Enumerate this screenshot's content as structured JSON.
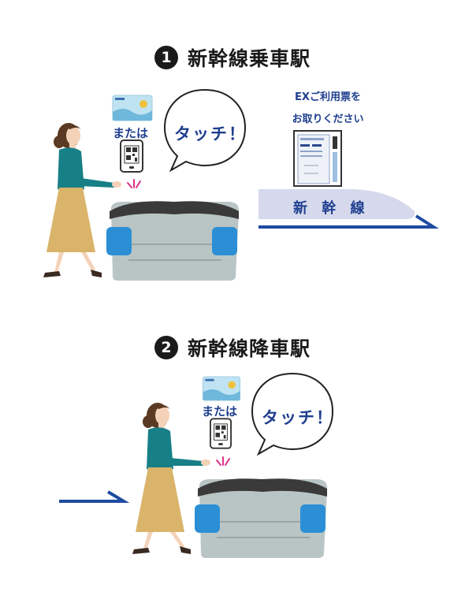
{
  "steps": [
    {
      "number": "1",
      "title": "新幹線乗車駅"
    },
    {
      "number": "2",
      "title": "新幹線降車駅"
    }
  ],
  "or_label": "または",
  "speech_text": "タッチ！",
  "notice": {
    "line1": "EXご利用票を",
    "line2": "お取りください"
  },
  "train_label": "新 幹 線",
  "colors": {
    "navy": "#1f3f8f",
    "arrow": "#1e4aa0",
    "gate": "#b9c5c4",
    "gate_dark": "#3a3a3a",
    "gate_blue": "#2c8fd6",
    "train": "#d6d9ec",
    "skirt": "#d9b46a",
    "top": "#177f86"
  }
}
